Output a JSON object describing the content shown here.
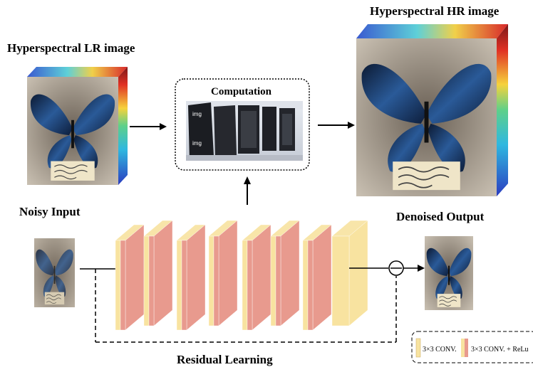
{
  "labels": {
    "lr_image": "Hyperspectral LR image",
    "hr_image": "Hyperspectral HR image",
    "computation": "Computation",
    "noisy_input": "Noisy Input",
    "denoised_output": "Denoised Output",
    "residual_learning": "Residual Learning",
    "server_brand": "img"
  },
  "legend": {
    "conv": "3×3 CONV.",
    "conv_relu": "3×3 CONV. + ReLu"
  },
  "colors": {
    "conv_yellow": "#f8e3a0",
    "relu_red": "#e89a8e",
    "butterfly_blue": "#1f4f86",
    "spectral_red": "#d8262a",
    "spectral_blue": "#2b49c4",
    "server_dark": "#1b1d22"
  },
  "icons": [
    "butterfly-image",
    "hyperspectral-cube",
    "server-rack",
    "sum-node"
  ]
}
